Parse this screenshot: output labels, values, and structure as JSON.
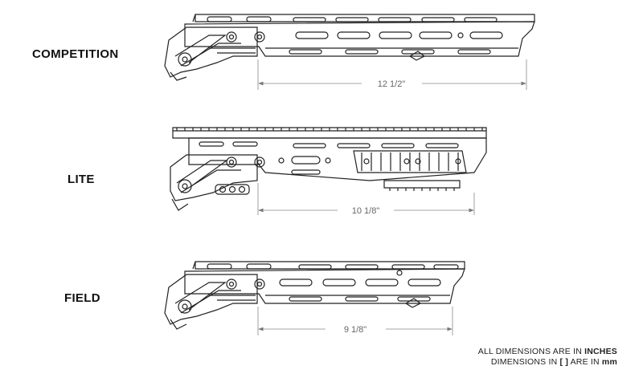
{
  "variants": [
    {
      "name": "COMPETITION",
      "length": "12 1/2\""
    },
    {
      "name": "LITE",
      "length": "10 1/8\""
    },
    {
      "name": "FIELD",
      "length": "9 1/8\""
    }
  ],
  "notes": {
    "line1_prefix": "ALL DIMENSIONS ARE IN ",
    "line1_unit": "INCHES",
    "line2_prefix": "DIMENSIONS IN ",
    "line2_bracket": "[ ]",
    "line2_mid": " ARE IN ",
    "line2_unit": "mm"
  }
}
